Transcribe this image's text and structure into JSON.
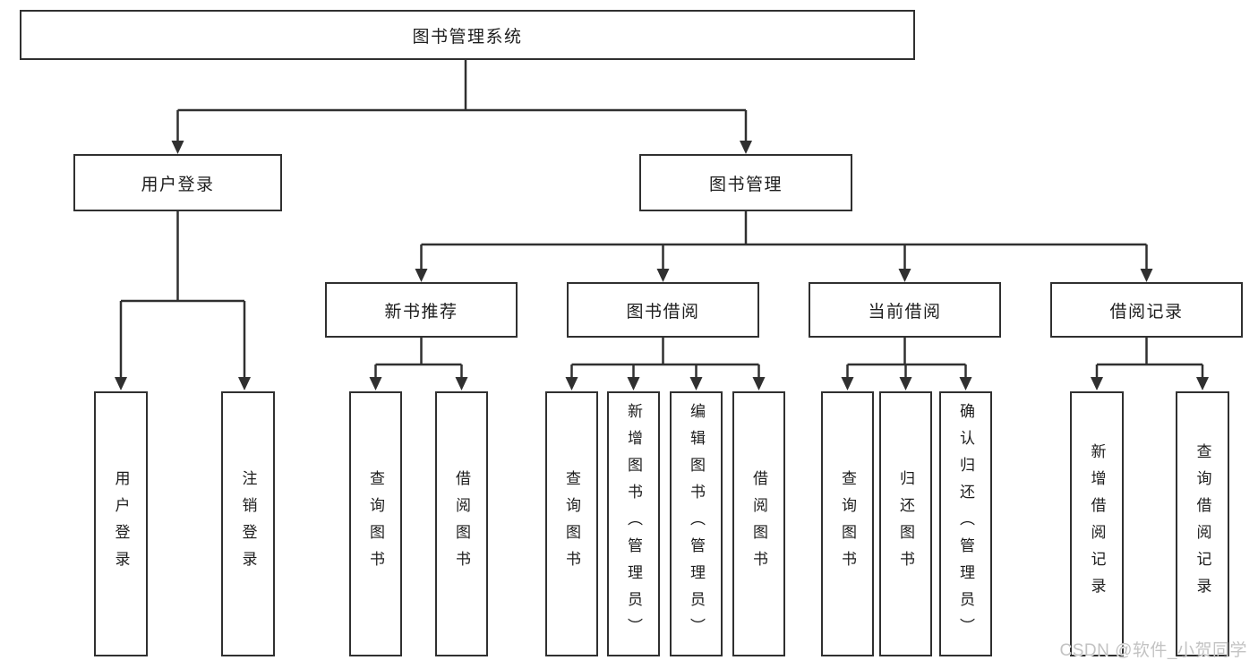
{
  "hierarchy": {
    "root": "图书管理系统",
    "user_login": {
      "label": "用户登录",
      "children": {
        "login": "用户登录",
        "logout": "注销登录"
      }
    },
    "book_mgmt": {
      "label": "图书管理",
      "children": {
        "new_book_rec": {
          "label": "新书推荐",
          "children": {
            "query": "查询图书",
            "borrow": "借阅图书"
          }
        },
        "book_borrow": {
          "label": "图书借阅",
          "children": {
            "query": "查询图书",
            "add": "新增图书（管理员）",
            "edit": "编辑图书（管理员）",
            "borrow": "借阅图书"
          }
        },
        "current_borrow": {
          "label": "当前借阅",
          "children": {
            "query": "查询图书",
            "return_book": "归还图书",
            "confirm": "确认归还（管理员）"
          }
        },
        "borrow_records": {
          "label": "借阅记录",
          "children": {
            "add": "新增借阅记录",
            "query": "查询借阅记录"
          }
        }
      }
    }
  },
  "watermark": "CSDN @软件_小贺同学",
  "colors": {
    "line": "#303030",
    "box_border": "#303030",
    "box_fill": "#ffffff",
    "text": "#1d1d1d",
    "watermark": "#c3c3c3",
    "background": "#ffffff"
  }
}
